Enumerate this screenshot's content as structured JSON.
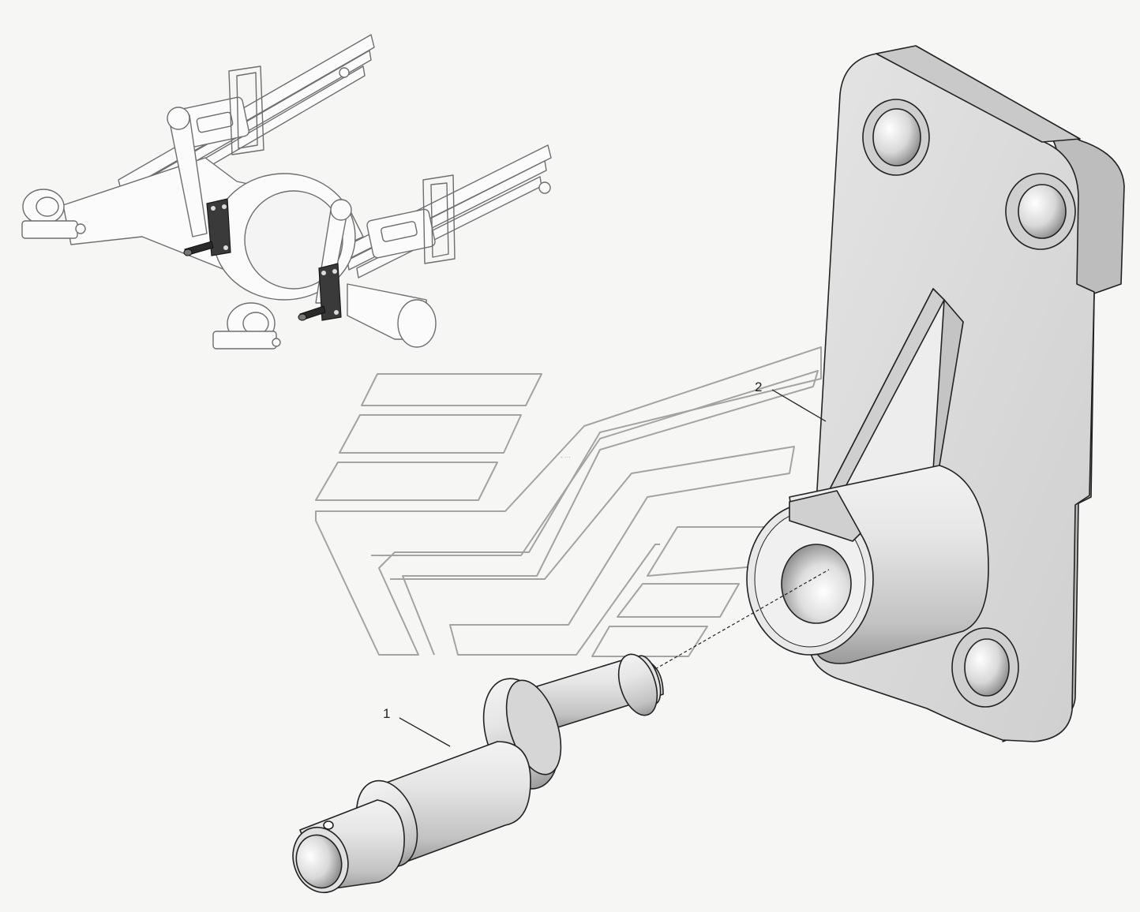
{
  "callouts": [
    {
      "number": "1",
      "part": "pin"
    },
    {
      "number": "2",
      "part": "bracket"
    }
  ],
  "colors": {
    "background": "#f6f6f4",
    "outline": "#222222",
    "part_fill": "#d9d9d9",
    "part_highlight": "#f2f2f2",
    "part_shadow": "#9a9a9a",
    "logo_stroke": "#9a9a9a",
    "context_highlight": "#3a3a3a"
  }
}
